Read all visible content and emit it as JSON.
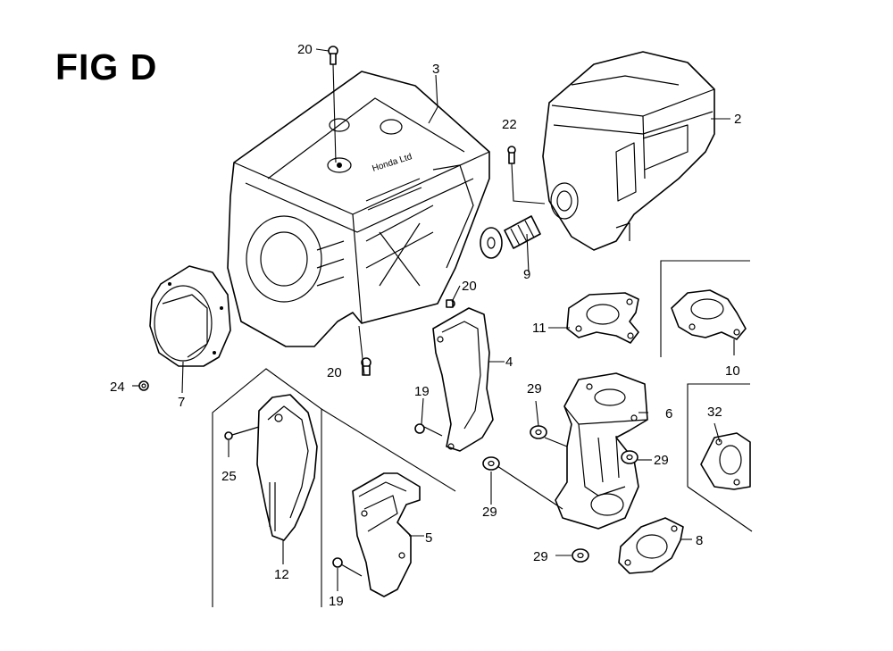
{
  "figure": {
    "title": "FIG D",
    "stamp_text": "Honda Ltd"
  },
  "callouts": [
    {
      "id": "c20a",
      "text": "20"
    },
    {
      "id": "c3",
      "text": "3"
    },
    {
      "id": "c2",
      "text": "2"
    },
    {
      "id": "c22",
      "text": "22"
    },
    {
      "id": "c9",
      "text": "9"
    },
    {
      "id": "c20b",
      "text": "20"
    },
    {
      "id": "c11",
      "text": "11"
    },
    {
      "id": "c10",
      "text": "10"
    },
    {
      "id": "c20c",
      "text": "20"
    },
    {
      "id": "c4",
      "text": "4"
    },
    {
      "id": "c24",
      "text": "24"
    },
    {
      "id": "c7",
      "text": "7"
    },
    {
      "id": "c19a",
      "text": "19"
    },
    {
      "id": "c29a",
      "text": "29"
    },
    {
      "id": "c6",
      "text": "6"
    },
    {
      "id": "c32",
      "text": "32"
    },
    {
      "id": "c25",
      "text": "25"
    },
    {
      "id": "c29b",
      "text": "29"
    },
    {
      "id": "c29c",
      "text": "29"
    },
    {
      "id": "c5",
      "text": "5"
    },
    {
      "id": "c8",
      "text": "8"
    },
    {
      "id": "c12",
      "text": "12"
    },
    {
      "id": "c29d",
      "text": "29"
    },
    {
      "id": "c19b",
      "text": "19"
    }
  ]
}
